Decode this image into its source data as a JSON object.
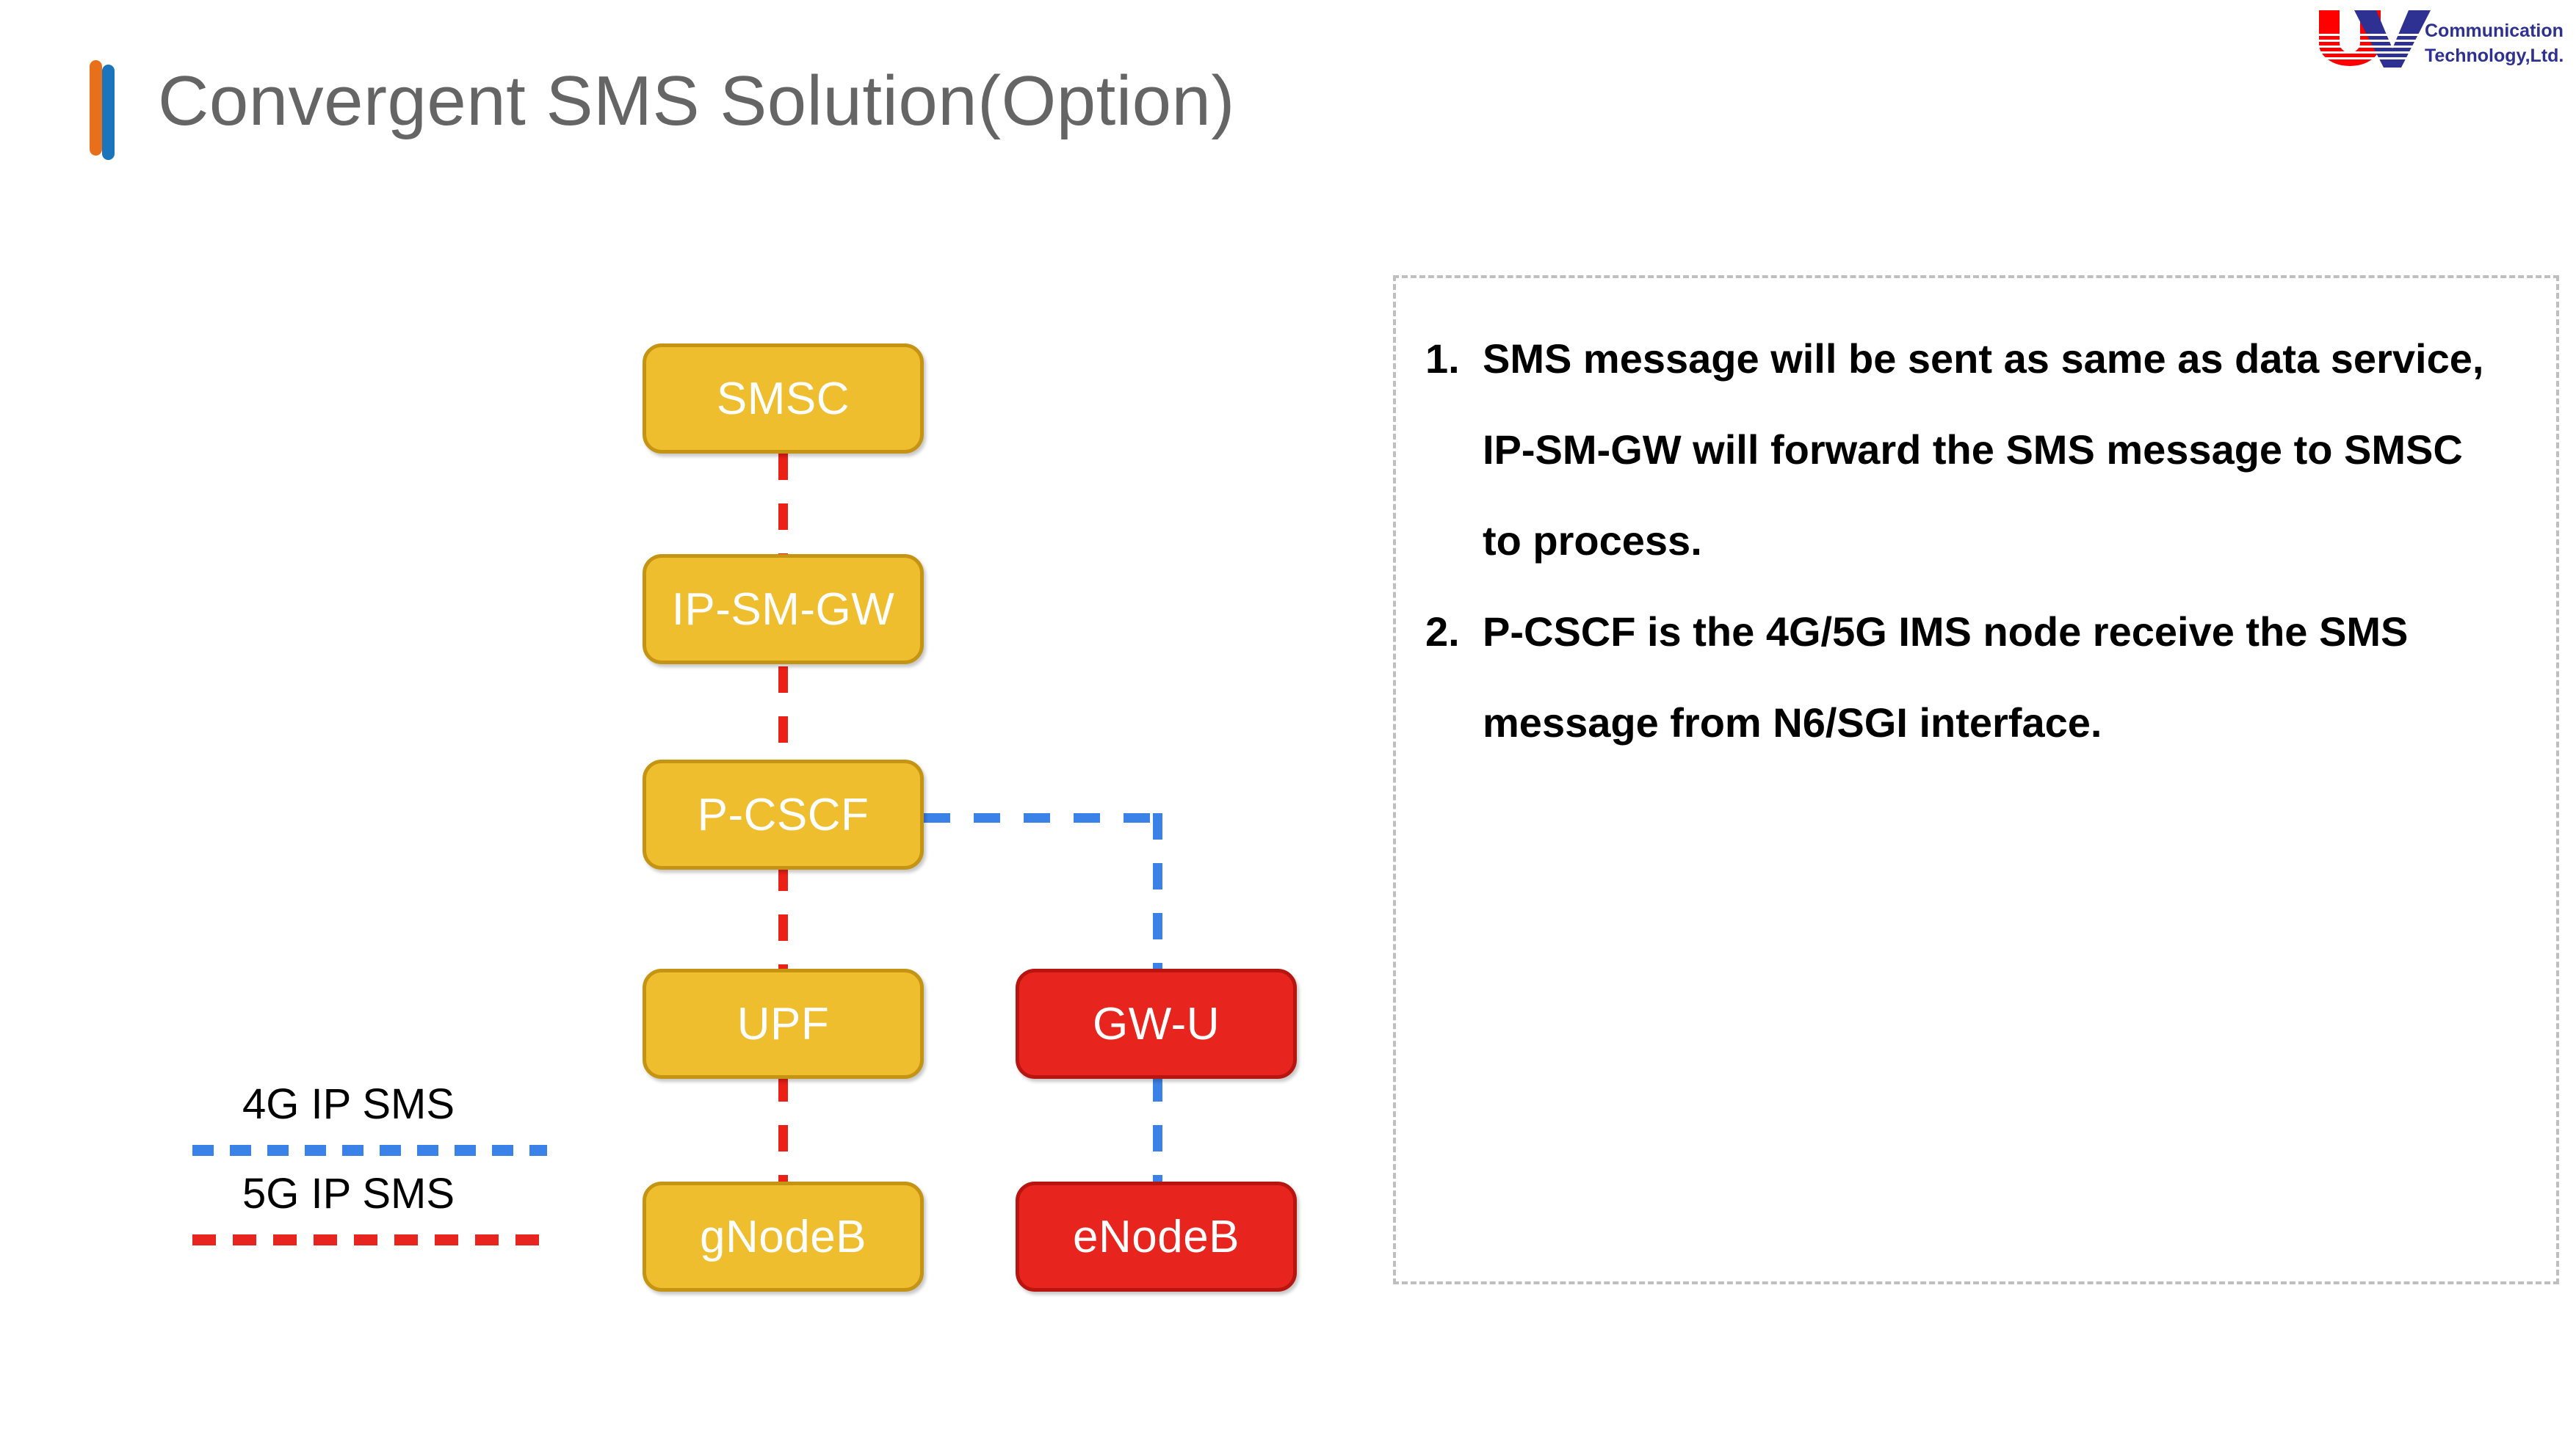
{
  "header": {
    "title": "Convergent SMS Solution(Option)",
    "accent_orange": "#E8701A",
    "accent_blue": "#1B75BC",
    "title_color": "#656565"
  },
  "logo": {
    "mark": "UV",
    "line1": "Communication",
    "line2": "Technology,Ltd.",
    "mark_red": "#FF0000",
    "mark_blue": "#2E3192",
    "text_color": "#2E3192"
  },
  "diagram": {
    "nodes": [
      {
        "id": "smsc",
        "label": "SMSC",
        "color": "yellow"
      },
      {
        "id": "ip-sm-gw",
        "label": "IP-SM-GW",
        "color": "yellow"
      },
      {
        "id": "p-cscf",
        "label": "P-CSCF",
        "color": "yellow"
      },
      {
        "id": "upf",
        "label": "UPF",
        "color": "yellow"
      },
      {
        "id": "gw-u",
        "label": "GW-U",
        "color": "red"
      },
      {
        "id": "gnodeb",
        "label": "gNodeB",
        "color": "yellow"
      },
      {
        "id": "enodeb",
        "label": "eNodeB",
        "color": "red"
      }
    ],
    "links": [
      {
        "from": "smsc",
        "to": "ip-sm-gw",
        "style": "5G IP SMS",
        "color": "#EB2017"
      },
      {
        "from": "ip-sm-gw",
        "to": "p-cscf",
        "style": "5G IP SMS",
        "color": "#EB2017"
      },
      {
        "from": "p-cscf",
        "to": "upf",
        "style": "5G IP SMS",
        "color": "#EB2017"
      },
      {
        "from": "upf",
        "to": "gnodeb",
        "style": "5G IP SMS",
        "color": "#EB2017"
      },
      {
        "from": "p-cscf",
        "to": "gw-u",
        "style": "4G IP SMS",
        "color": "#3B82E8"
      },
      {
        "from": "gw-u",
        "to": "enodeb",
        "style": "4G IP SMS",
        "color": "#3B82E8"
      }
    ],
    "node_fill_yellow": "#EFBE2E",
    "node_border_yellow": "#C59412",
    "node_fill_red": "#E8241E",
    "node_border_red": "#B81510"
  },
  "legend": {
    "items": [
      {
        "label": "4G IP SMS",
        "color": "#3B82E8"
      },
      {
        "label": "5G IP SMS",
        "color": "#E8241E"
      }
    ]
  },
  "notes": {
    "items": [
      "SMS message will be sent as same as data service, IP-SM-GW will forward the SMS message to SMSC to process.",
      "P-CSCF is the 4G/5G IMS node receive the SMS message from N6/SGI interface."
    ],
    "border_color": "#BFBFBF"
  }
}
